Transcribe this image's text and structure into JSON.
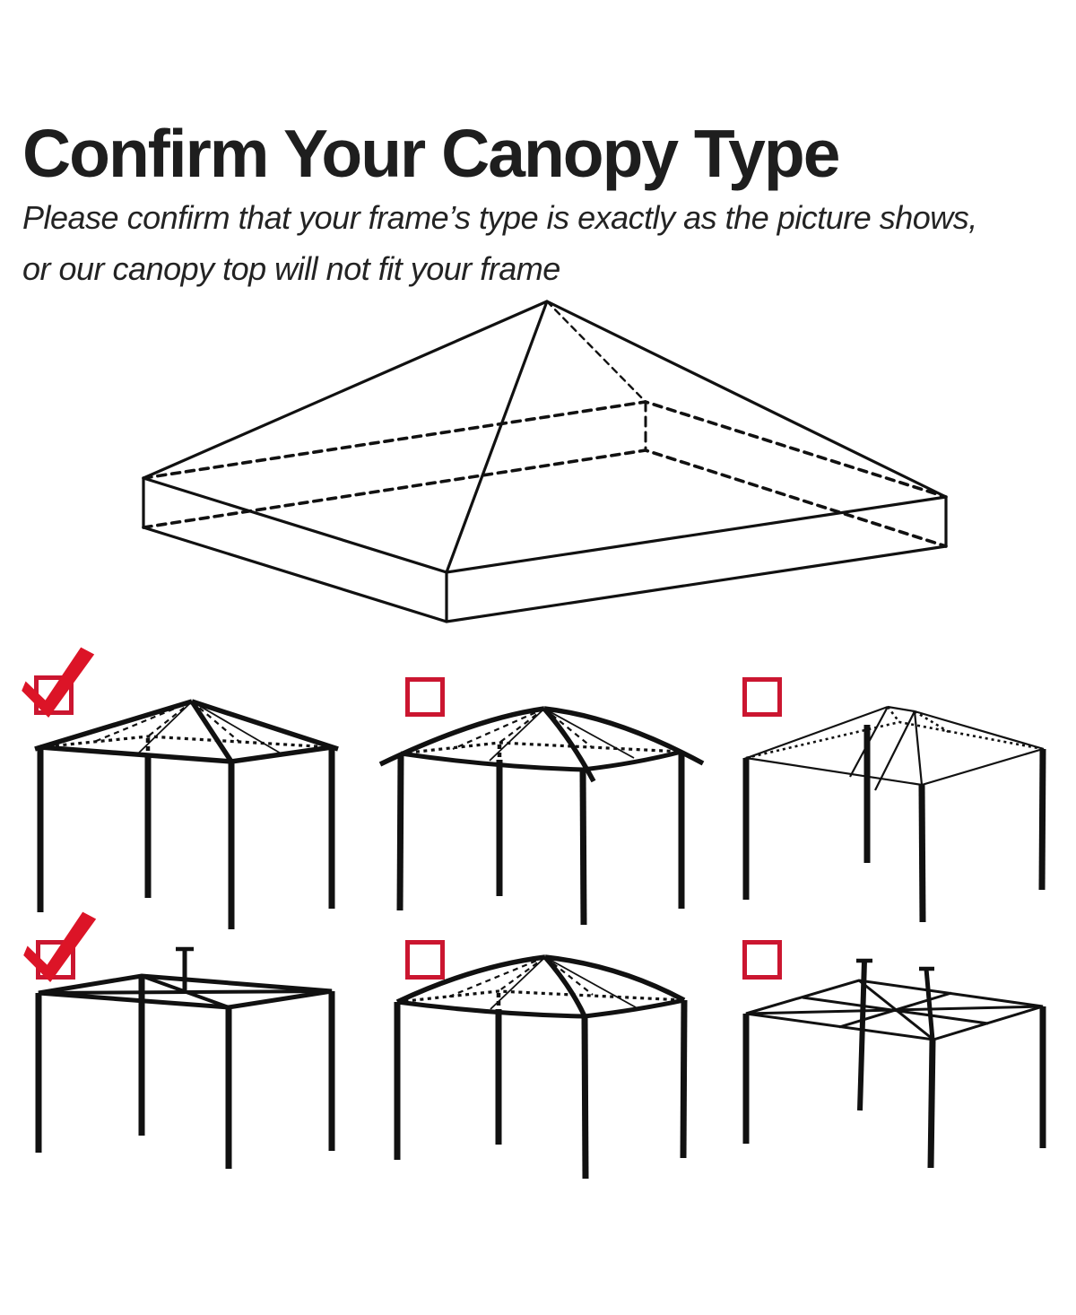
{
  "page": {
    "title": "Confirm Your Canopy Type",
    "subtitle_line1": "Please confirm that your frame’s type is exactly as the picture shows,",
    "subtitle_line2": "or our canopy top will not fit your frame"
  },
  "colors": {
    "checkmark_red": "#DC1427",
    "checkbox_red": "#CB1630",
    "line_ink": "#111111"
  },
  "main_diagram": {
    "name": "canopy-top-isometric-drawing",
    "type": "pyramid canopy top with valance, hidden edges dashed"
  },
  "frames": [
    {
      "name": "straight-pyramid-roof-gazebo-frame",
      "checked": true
    },
    {
      "name": "dome-roof-gazebo-frame-with-eave-overhang",
      "checked": false
    },
    {
      "name": "hip-ridge-roof-gazebo-frame",
      "checked": false
    },
    {
      "name": "flat-top-frame-with-center-finial-pole",
      "checked": true
    },
    {
      "name": "dome-roof-gazebo-frame",
      "checked": false
    },
    {
      "name": "flat-top-frame-with-two-finial-poles",
      "checked": false
    }
  ]
}
